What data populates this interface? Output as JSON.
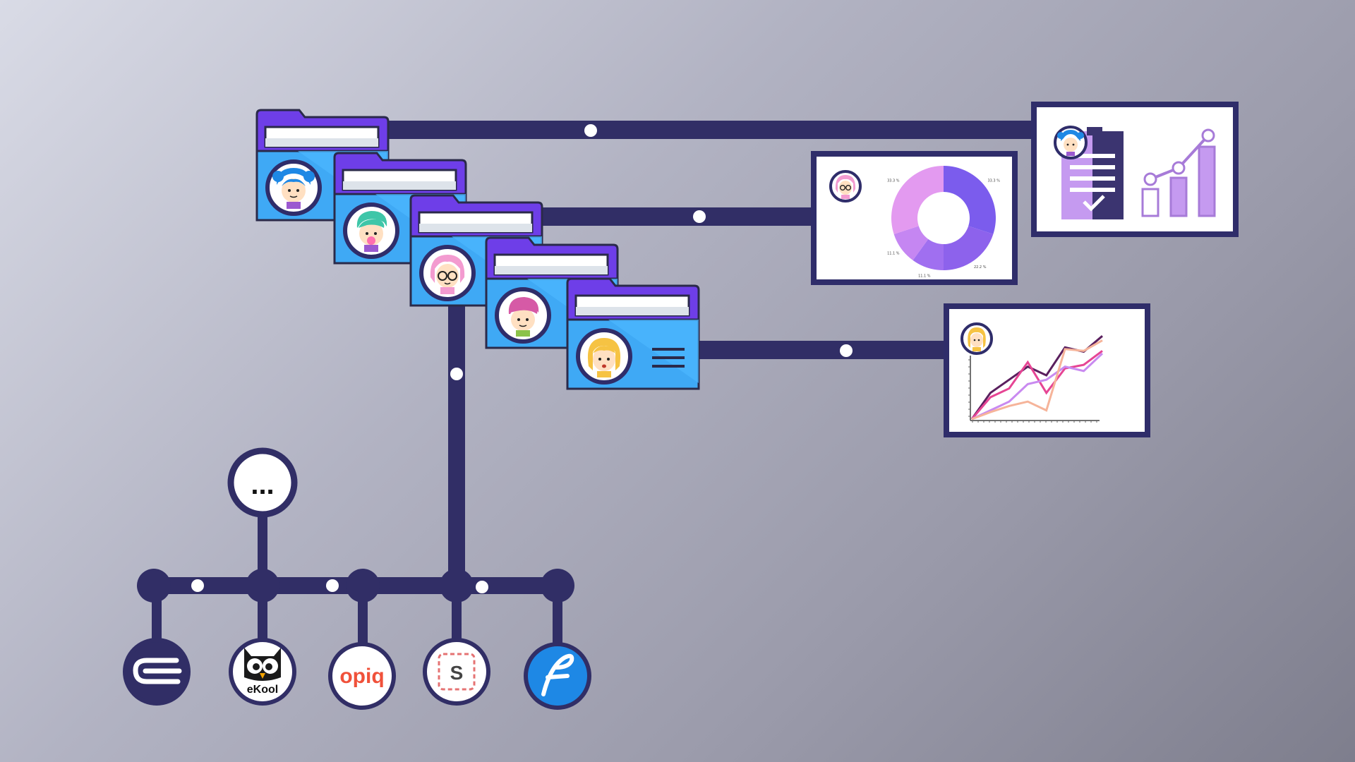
{
  "colors": {
    "navy": "#312e66",
    "folder_blue": "#3fa9f5",
    "folder_tab": "#6e3ee8",
    "panel_border": "#2f2d6a",
    "donut_dark": "#7b5ced",
    "donut_light": "#e39af0"
  },
  "more_node": {
    "label": "..."
  },
  "folders": [
    {
      "avatar": "girl-blue-hair-avatar"
    },
    {
      "avatar": "boy-green-hair-avatar"
    },
    {
      "avatar": "girl-pink-hair-glasses-avatar"
    },
    {
      "avatar": "boy-pink-hair-avatar"
    },
    {
      "avatar": "girl-blonde-hair-avatar"
    }
  ],
  "apps": [
    {
      "name": "e-icon",
      "label": ""
    },
    {
      "name": "ekool-logo",
      "label": "eKool"
    },
    {
      "name": "opiq-logo",
      "label": "opiq"
    },
    {
      "name": "stuudium-logo",
      "label": "S"
    },
    {
      "name": "f-app-logo",
      "label": ""
    }
  ],
  "panels": {
    "report": {
      "icons": [
        "checklist-icon",
        "growth-bar-chart-icon"
      ]
    },
    "donut": {
      "chart_data": {
        "type": "pie",
        "labels": [
          "33.3 %",
          "22.2 %",
          "11.1 %",
          "11.1 %",
          "33.3 %"
        ],
        "values": [
          33.3,
          22.2,
          11.1,
          11.1,
          33.3
        ]
      }
    },
    "line": {
      "chart_data": {
        "type": "line",
        "x": [
          1,
          2,
          3,
          4,
          5,
          6,
          7,
          8
        ],
        "series": [
          {
            "values": [
              0,
              30,
              45,
              60,
              50,
              82,
              77,
              95
            ]
          },
          {
            "values": [
              0,
              25,
              35,
              65,
              30,
              58,
              62,
              78
            ]
          },
          {
            "values": [
              0,
              10,
              20,
              40,
              45,
              60,
              55,
              75
            ]
          },
          {
            "values": [
              0,
              8,
              15,
              20,
              10,
              80,
              78,
              90
            ]
          }
        ]
      }
    }
  }
}
